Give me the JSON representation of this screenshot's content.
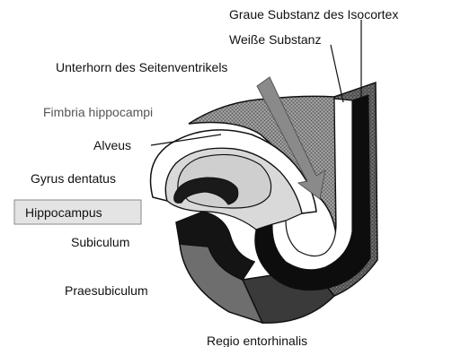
{
  "diagram": {
    "labels": {
      "grey_matter_isocortex": "Graue Substanz des Isocortex",
      "white_matter": "Weiße Substanz",
      "inferior_horn": "Unterhorn des Seitenventrikels",
      "fimbria": "Fimbria hippocampi",
      "alveus": "Alveus",
      "dentate_gyrus": "Gyrus dentatus",
      "hippocampus": "Hippocampus",
      "subiculum": "Subiculum",
      "praesubiculum": "Praesubiculum",
      "entorhinal_region": "Regio entorhinalis"
    },
    "highlighted_label": "hippocampus",
    "colors": {
      "background": "#ffffff",
      "label_text": "#111111",
      "highlight_box": "#e4e4e4",
      "fimbria_surface": "#8f8f8f",
      "white_matter": "#ffffff",
      "grey_matter": "#0d0d0d",
      "dentate_gyrus_fill": "#cfcfcf",
      "dentate_gyrus_band": "#1a1a1a",
      "subiculum": "#141414",
      "praesubiculum": "#6e6e6e",
      "entorhinal": "#3a3a3a",
      "isocortex_side": "#5a5a5a",
      "arrow": "#8a8a8a"
    }
  }
}
